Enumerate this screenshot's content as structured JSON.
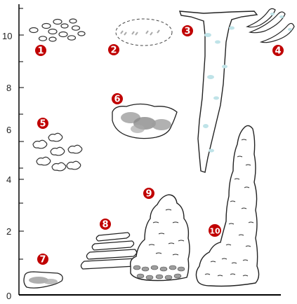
{
  "axis": {
    "ticks": [
      "0",
      "2",
      "4",
      "6",
      "8",
      "10"
    ]
  },
  "labels": [
    "1",
    "2",
    "3",
    "4",
    "5",
    "6",
    "7",
    "8",
    "9",
    "10"
  ],
  "colors": {
    "label_fill": "#c00000",
    "outline": "#333333",
    "shade_gray": "#9e9e9e",
    "shade_cyan": "#bfe3e8"
  }
}
